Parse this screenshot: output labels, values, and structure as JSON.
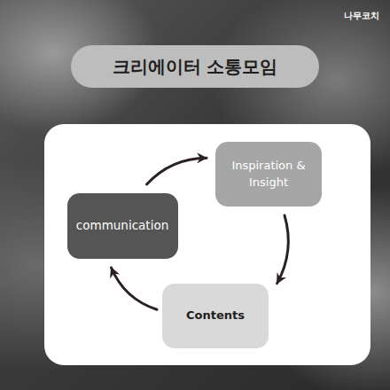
{
  "diagram": {
    "title": "크리에이터 소통모임",
    "nodes": [
      {
        "text": [
          "Inspiration & Insight"
        ]
      },
      {
        "text": [
          "communication"
        ]
      },
      {
        "text": [
          "Contents"
        ]
      }
    ],
    "edges": [
      {
        "from": 1,
        "to": 0,
        "arrow": "to"
      },
      {
        "from": 0,
        "to": 2,
        "arrow": "to"
      },
      {
        "from": 2,
        "to": 1,
        "arrow": "to"
      }
    ],
    "labels": [
      "나무코치"
    ]
  }
}
